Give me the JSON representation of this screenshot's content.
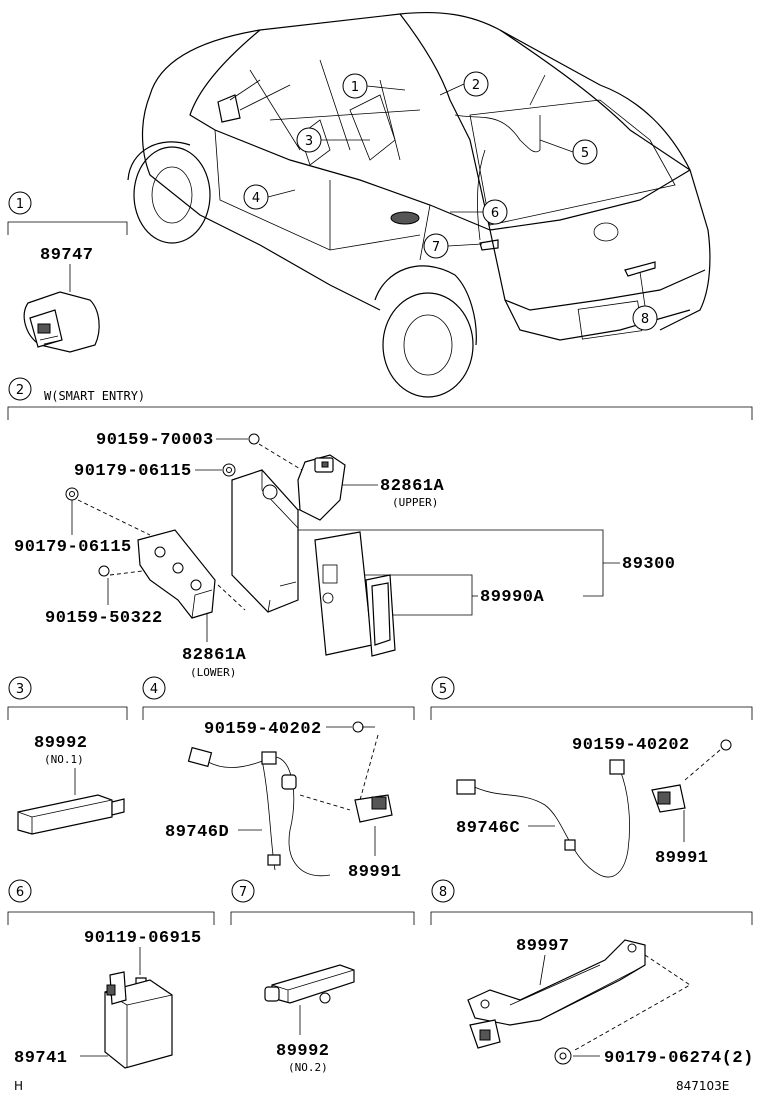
{
  "sections": [
    {
      "num": "1",
      "parts": [
        "89747"
      ]
    },
    {
      "num": "2",
      "title": "W(SMART ENTRY)",
      "parts": [
        "90159-70003",
        "90179-06115",
        "82861A",
        "90179-06115",
        "90159-50322",
        "82861A",
        "89300",
        "89990A"
      ],
      "subs": [
        "(UPPER)",
        "(LOWER)"
      ]
    },
    {
      "num": "3",
      "parts": [
        "89992"
      ],
      "subs": [
        "(NO.1)"
      ]
    },
    {
      "num": "4",
      "parts": [
        "90159-40202",
        "89746D",
        "89991"
      ]
    },
    {
      "num": "5",
      "parts": [
        "90159-40202",
        "89746C",
        "89991"
      ]
    },
    {
      "num": "6",
      "parts": [
        "90119-06915",
        "89741"
      ]
    },
    {
      "num": "7",
      "parts": [
        "89992"
      ],
      "subs": [
        "(NO.2)"
      ]
    },
    {
      "num": "8",
      "parts": [
        "89997",
        "90179-06274(2)"
      ]
    }
  ],
  "callouts": [
    "1",
    "2",
    "3",
    "4",
    "5",
    "6",
    "7",
    "8"
  ],
  "footer": {
    "left": "H",
    "right": "847103E"
  }
}
